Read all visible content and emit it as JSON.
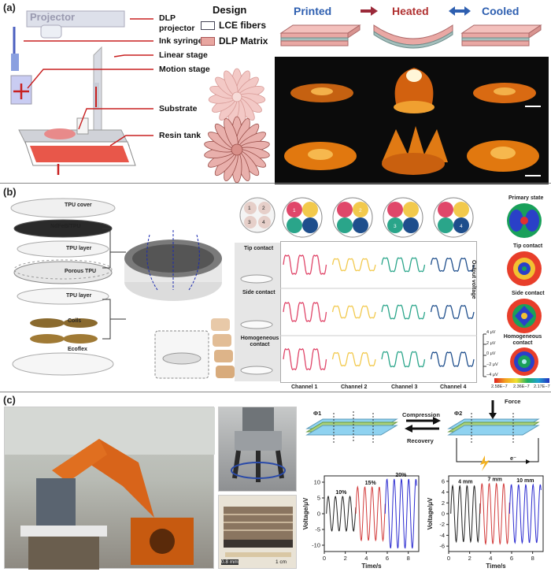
{
  "panel_a": {
    "label": "(a)",
    "projector": "Projector",
    "labels": [
      "DLP projector",
      "Ink syringe",
      "Linear stage",
      "Motion stage",
      "Substrate",
      "Resin tank"
    ],
    "design_title": "Design",
    "legend": {
      "lce": "LCE fibers",
      "dlp": "DLP Matrix"
    },
    "states": {
      "printed": "Printed",
      "heated": "Heated",
      "cooled": "Cooled"
    },
    "colors": {
      "printed": "#2e5fb0",
      "heated": "#b03030",
      "cooled": "#2e5fb0",
      "matrix": "#e8a6a0",
      "fiber": "#6b8c8a"
    }
  },
  "panel_b": {
    "label": "(b)",
    "stack": [
      "TPU cover",
      "NdFeB/TPU",
      "TPU layer",
      "Porous TPU",
      "TPU layer",
      "Coils",
      "Ecoflex"
    ],
    "channel_nums": [
      "1",
      "2",
      "3",
      "4"
    ],
    "contacts": [
      "Tip contact",
      "Side contact",
      "Homogeneous contact"
    ],
    "channels": [
      "Channel 1",
      "Channel 2",
      "Channel 3",
      "Channel 4"
    ],
    "ylabel": "Output voltage",
    "ticks": [
      "4 μV",
      "2 μV",
      "0 μV",
      "−2 μV",
      "−4 μV"
    ],
    "states": [
      "Primary state",
      "Tip contact",
      "Side contact",
      "Homogeneous contact"
    ],
    "colorbar": [
      "2.58E−7",
      "2.36E−7",
      "2.17E−7"
    ],
    "channel_colors": [
      "#e0476a",
      "#f2c94c",
      "#2aa58a",
      "#1e4e8c"
    ]
  },
  "panel_c": {
    "label": "(c)",
    "photo_label_left": "0.8 mm",
    "photo_label_right": "1 cm",
    "force": "Force",
    "compression": "Compression",
    "recovery": "Recovery",
    "phi1": "Φ1",
    "phi2": "Φ2",
    "electron": "e⁻",
    "plot1": {
      "ylabel": "Voltage/μV",
      "xlabel": "Time/s",
      "series": [
        "10%",
        "15%",
        "20%"
      ],
      "xticks": [
        "0",
        "2",
        "4",
        "6",
        "8"
      ],
      "yticks": [
        "10",
        "5",
        "0",
        "-5",
        "-10"
      ]
    },
    "plot2": {
      "ylabel": "Voltage/μV",
      "xlabel": "Time/s",
      "series": [
        "4 mm",
        "7 mm",
        "10 mm"
      ],
      "xticks": [
        "0",
        "2",
        "4",
        "6",
        "8"
      ],
      "yticks": [
        "6",
        "4",
        "2",
        "0",
        "-2",
        "-4",
        "-6"
      ]
    },
    "series_colors": [
      "#222222",
      "#d23a3a",
      "#2b2bd0"
    ]
  }
}
